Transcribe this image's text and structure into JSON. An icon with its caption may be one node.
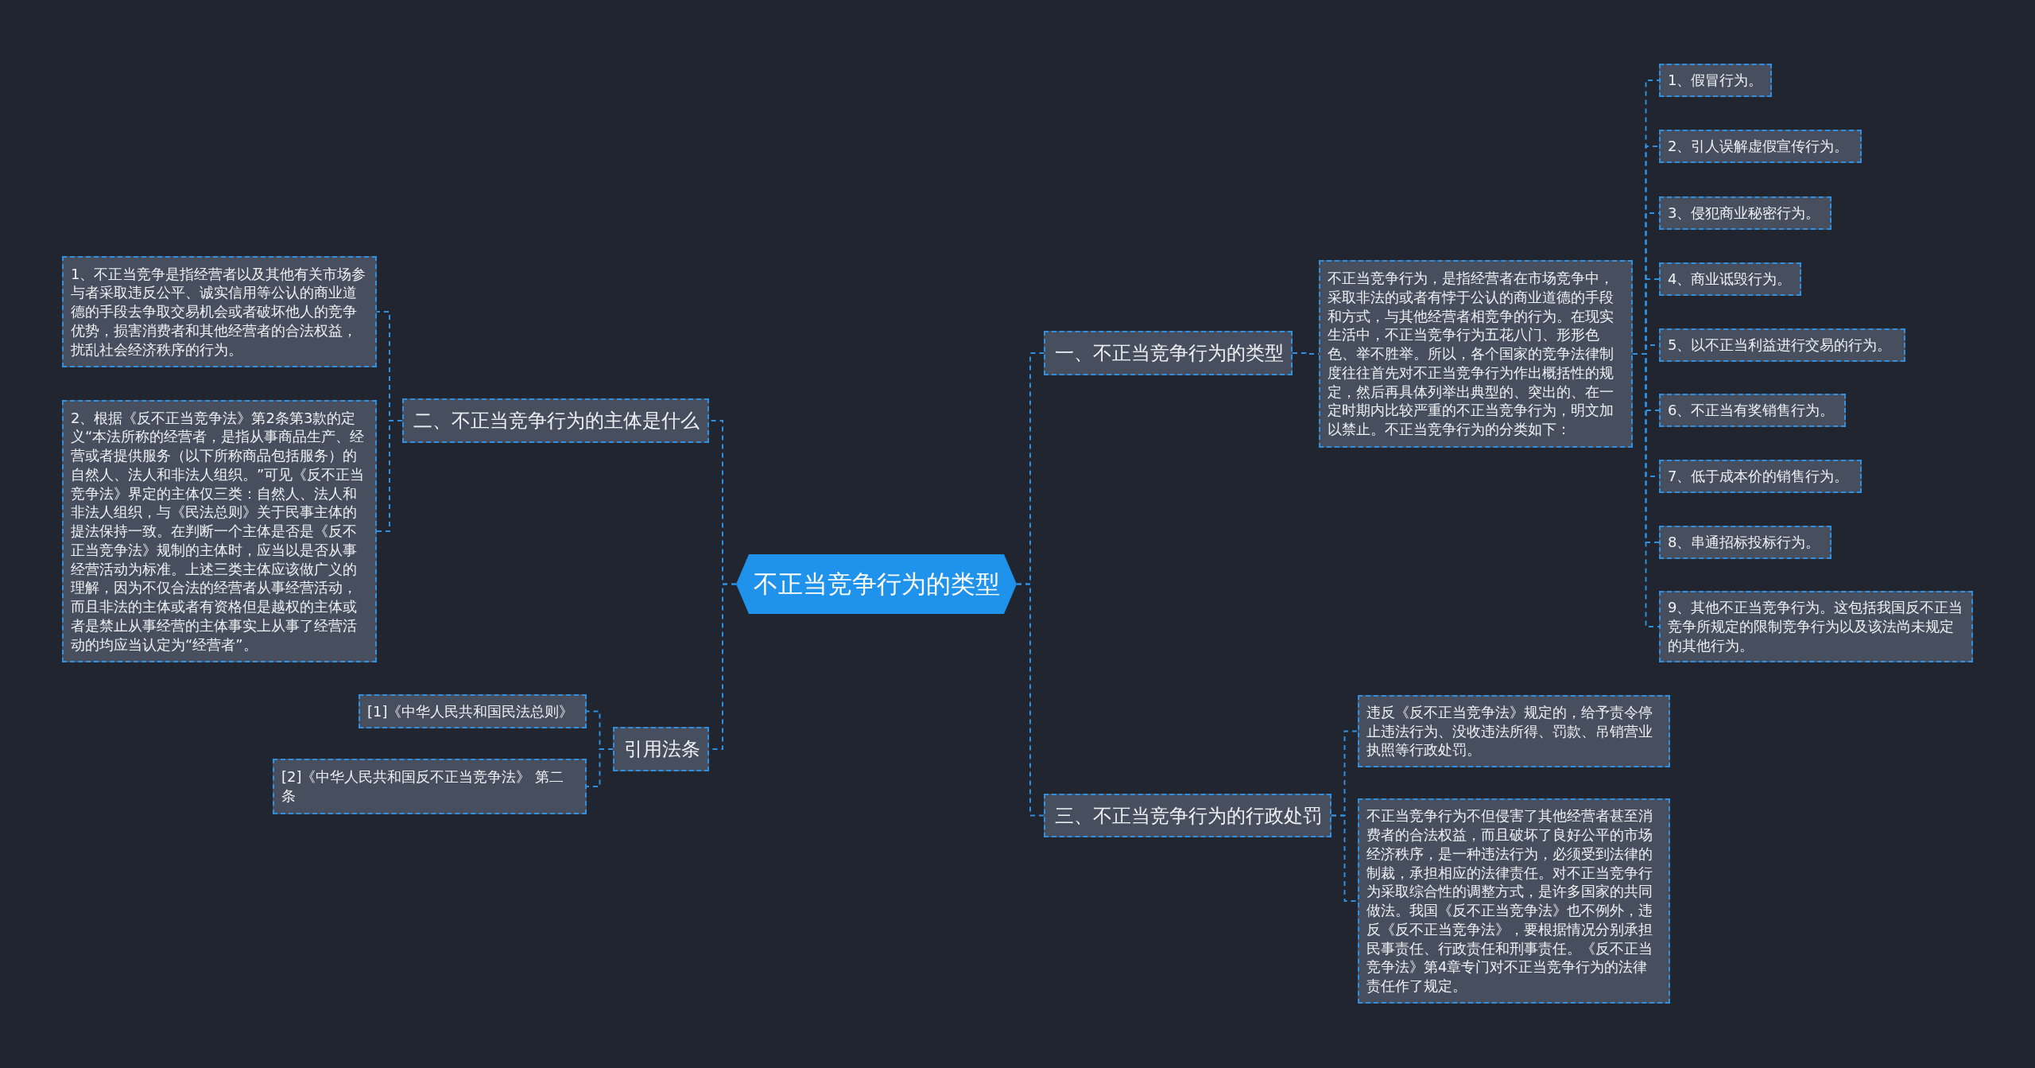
{
  "diagram": {
    "nodes": [
      {
        "text": [
          "不正当竞争行为的类型"
        ]
      },
      {
        "text": [
          "一、不正当竞争行为的类型"
        ]
      },
      {
        "text": [
          "不正当竞争行为，是指经营者在市场竞争中，采取非法的或者有悖于公认的商业道德的手段和方式，与其他经营者相竞争的行为。在现实生活中，不正当竞争行为五花八门、形形色色、举不胜举。所以，各个国家的竞争法律制度往往首先对不正当竞争行为作出概括性的规定，然后再具体列举出典型的、突出的、在一定时期内比较严重的不正当竞争行为，明文加以禁止。不正当竞争行为的分类如下："
        ]
      },
      {
        "text": [
          "1、假冒行为。"
        ]
      },
      {
        "text": [
          "2、引人误解虚假宣传行为。"
        ]
      },
      {
        "text": [
          "3、侵犯商业秘密行为。"
        ]
      },
      {
        "text": [
          "4、商业诋毁行为。"
        ]
      },
      {
        "text": [
          "5、以不正当利益进行交易的行为。"
        ]
      },
      {
        "text": [
          "6、不正当有奖销售行为。"
        ]
      },
      {
        "text": [
          "7、低于成本价的销售行为。"
        ]
      },
      {
        "text": [
          "8、串通招标投标行为。"
        ]
      },
      {
        "text": [
          "9、其他不正当竞争行为。这包括我国反不正当竞争所规定的限制竞争行为以及该法尚未规定的其他行为。"
        ]
      },
      {
        "text": [
          "三、不正当竞争行为的行政处罚"
        ]
      },
      {
        "text": [
          "违反《反不正当竞争法》规定的，给予责令停止违法行为、没收违法所得、罚款、吊销营业执照等行政处罚。"
        ]
      },
      {
        "text": [
          "不正当竞争行为不但侵害了其他经营者甚至消费者的合法权益，而且破坏了良好公平的市场经济秩序，是一种违法行为，必须受到法律的制裁，承担相应的法律责任。对不正当竞争行为采取综合性的调整方式，是许多国家的共同做法。我国《反不正当竞争法》也不例外，违反《反不正当竞争法》，要根据情况分别承担民事责任、行政责任和刑事责任。《反不正当竞争法》第4章专门对不正当竞争行为的法律责任作了规定。"
        ]
      },
      {
        "text": [
          "二、不正当竞争行为的主体是什么"
        ]
      },
      {
        "text": [
          "1、不正当竞争是指经营者以及其他有关市场参与者采取违反公平、诚实信用等公认的商业道德的手段去争取交易机会或者破坏他人的竞争优势，损害消费者和其他经营者的合法权益，扰乱社会经济秩序的行为。"
        ]
      },
      {
        "text": [
          "2、根据《反不正当竞争法》第2条第3款的定义“本法所称的经营者，是指从事商品生产、经营或者提供服务（以下所称商品包括服务）的自然人、法人和非法人组织。”可见《反不正当竞争法》界定的主体仅三类：自然人、法人和非法人组织，与《民法总则》关于民事主体的提法保持一致。在判断一个主体是否是《反不正当竞争法》规制的主体时，应当以是否从事经营活动为标准。上述三类主体应该做广义的理解，因为不仅合法的经营者从事经营活动，而且非法的主体或者有资格但是越权的主体或者是禁止从事经营的主体事实上从事了经营活动的均应当认定为“经营者”。"
        ]
      },
      {
        "text": [
          "引用法条"
        ]
      },
      {
        "text": [
          "[1]《中华人民共和国民法总则》"
        ]
      },
      {
        "text": [
          "[2]《中华人民共和国反不正当竞争法》 第二条"
        ]
      }
    ],
    "edges": [
      {
        "from": 0,
        "to": 1,
        "arrow": "none"
      },
      {
        "from": 1,
        "to": 2,
        "arrow": "none"
      },
      {
        "from": 2,
        "to": 3,
        "arrow": "none"
      },
      {
        "from": 2,
        "to": 4,
        "arrow": "none"
      },
      {
        "from": 2,
        "to": 5,
        "arrow": "none"
      },
      {
        "from": 2,
        "to": 6,
        "arrow": "none"
      },
      {
        "from": 2,
        "to": 7,
        "arrow": "none"
      },
      {
        "from": 2,
        "to": 8,
        "arrow": "none"
      },
      {
        "from": 2,
        "to": 9,
        "arrow": "none"
      },
      {
        "from": 2,
        "to": 10,
        "arrow": "none"
      },
      {
        "from": 2,
        "to": 11,
        "arrow": "none"
      },
      {
        "from": 0,
        "to": 12,
        "arrow": "none"
      },
      {
        "from": 12,
        "to": 13,
        "arrow": "none"
      },
      {
        "from": 12,
        "to": 14,
        "arrow": "none"
      },
      {
        "from": 0,
        "to": 15,
        "arrow": "none"
      },
      {
        "from": 15,
        "to": 16,
        "arrow": "none"
      },
      {
        "from": 15,
        "to": 17,
        "arrow": "none"
      },
      {
        "from": 0,
        "to": 18,
        "arrow": "none"
      },
      {
        "from": 18,
        "to": 19,
        "arrow": "none"
      },
      {
        "from": 18,
        "to": 20,
        "arrow": "none"
      }
    ]
  }
}
